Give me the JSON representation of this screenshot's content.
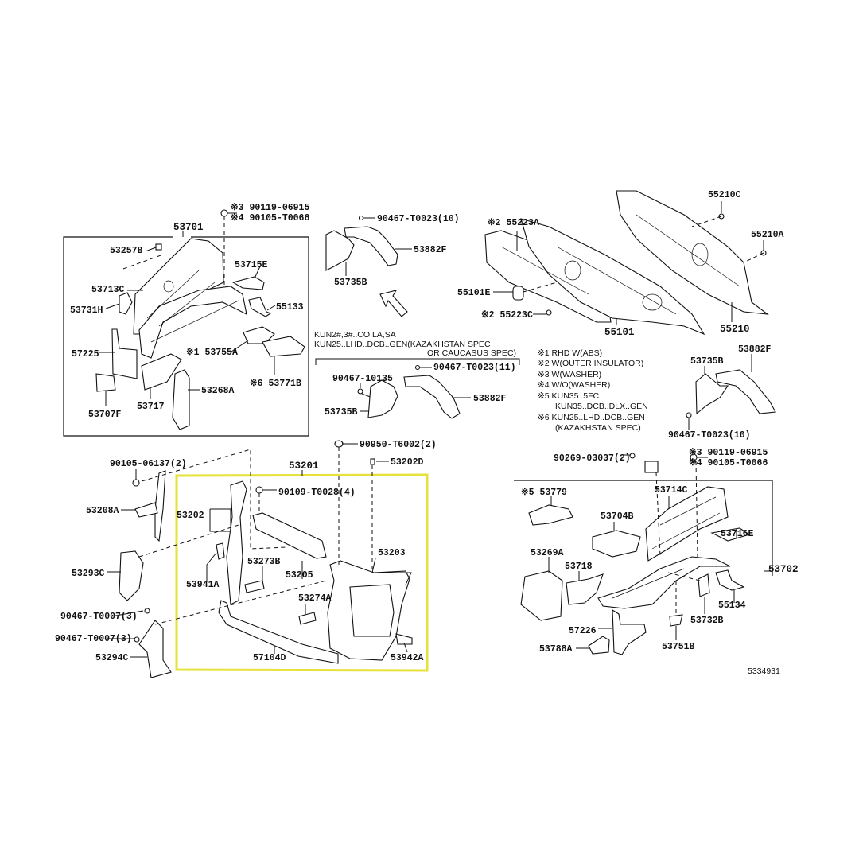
{
  "diagram_id": "5334931",
  "highlight_color": "#e6e23a",
  "top_left_group": {
    "assembly": "53701",
    "fasteners": [
      "※3 90119-06915",
      "※4 90105-T0066"
    ],
    "parts": [
      "53257B",
      "53715E",
      "53713C",
      "53731H",
      "55133",
      "57225",
      "※1 53755A",
      "53268A",
      "※6 53771B",
      "53707F",
      "53717"
    ]
  },
  "top_middle_group": {
    "fastener_a": "90467-T0023(10)",
    "part_a1": "53882F",
    "part_a2": "53735B",
    "variant_lines": [
      "KUN2#,3#..CO,LA,SA",
      "KUN25..LHD..DCB..GEN(KAZAKHSTAN SPEC",
      "OR CAUCASUS SPEC)"
    ],
    "fastener_b1": "90467-T0023(11)",
    "fastener_b2": "90467-10135",
    "part_b1": "53735B",
    "part_b2": "53882F"
  },
  "notes": [
    "※1 RHD W(ABS)",
    "※2 W(OUTER INSULATOR)",
    "※3 W(WASHER)",
    "※4 W/O(WASHER)",
    "※5 KUN35..5FC",
    "KUN35..DCB..DLX..GEN",
    "※6 KUN25..LHD..DCB..GEN",
    "(KAZAKHSTAN SPEC)"
  ],
  "top_right_group": {
    "parts": [
      "※2 55223A",
      "55101E",
      "※2 55223C",
      "55101",
      "55210C",
      "55210A",
      "55210"
    ],
    "side_parts": [
      "53735B",
      "53882F",
      "90467-T0023(10)"
    ]
  },
  "bottom_left_group": {
    "assembly": "53201",
    "labels": [
      "90950-T6002(2)",
      "53202D",
      "90105-06137(2)",
      "90109-T0028(4)",
      "53208A",
      "53202",
      "53293C",
      "53273B",
      "53205",
      "53203",
      "53941A",
      "53274A",
      "90467-T0007(3)",
      "90467-T0007(3)",
      "53294C",
      "57104D",
      "53942A"
    ]
  },
  "bottom_right_group": {
    "assembly": "53702",
    "labels": [
      "90269-03037(2)",
      "※3 90119-06915",
      "※4 90105-T0066",
      "※5 53779",
      "53714C",
      "53704B",
      "53716E",
      "53269A",
      "53718",
      "55134",
      "53732B",
      "57226",
      "53751B",
      "53788A"
    ]
  }
}
